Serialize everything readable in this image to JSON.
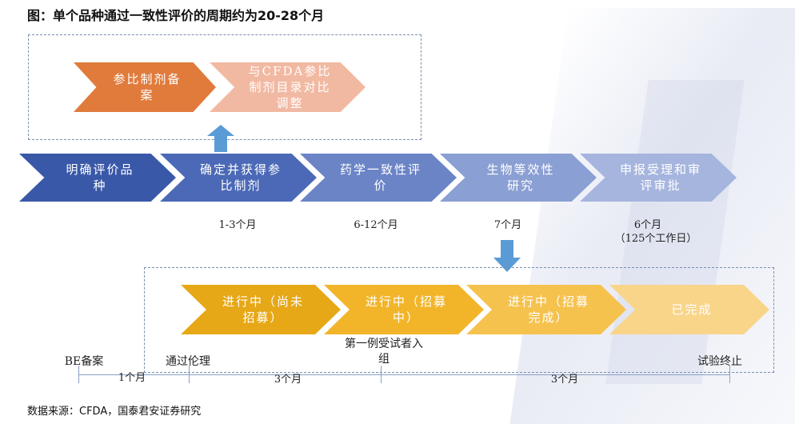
{
  "title": "图：单个品种通过一致性评价的周期约为20-28个月",
  "source": "数据来源：CFDA，国泰君安证券研究",
  "top_flow": [
    {
      "label": "参比制剂备案",
      "color": "#e07b3c"
    },
    {
      "label": "与CFDA参比制剂目录对比调整",
      "color": "#f2b9a2"
    }
  ],
  "main_flow": [
    {
      "label": "明确评价品种",
      "color": "#3a58a8"
    },
    {
      "label": "确定并获得参比制剂",
      "color": "#4b69b6"
    },
    {
      "label": "药学一致性评价",
      "color": "#6a84c6"
    },
    {
      "label": "生物等效性研究",
      "color": "#8a9fd3"
    },
    {
      "label": "申报受理和审评审批",
      "color": "#a5b5de"
    }
  ],
  "durations": {
    "d1": "1-3个月",
    "d2": "6-12个月",
    "d3": "7个月",
    "d4": "6个月",
    "d4_note": "（125个工作日）"
  },
  "bottom_flow": [
    {
      "label": "进行中（尚未招募）",
      "color": "#e6a817"
    },
    {
      "label": "进行中（招募中）",
      "color": "#f2b52a"
    },
    {
      "label": "进行中（招募完成）",
      "color": "#f6c24e"
    },
    {
      "label": "已完成",
      "color": "#f9d58a"
    }
  ],
  "timeline": {
    "be": "BE备案",
    "ethics": "通过伦理",
    "first_subject": "第一例受试者入组",
    "end": "试验终止",
    "seg1": "1个月",
    "seg2": "3个月",
    "seg3": "3个月"
  },
  "colors": {
    "arrow": "#5b9bd5",
    "dash": "#7a8fb0",
    "timeline": "#8aa0c6"
  }
}
